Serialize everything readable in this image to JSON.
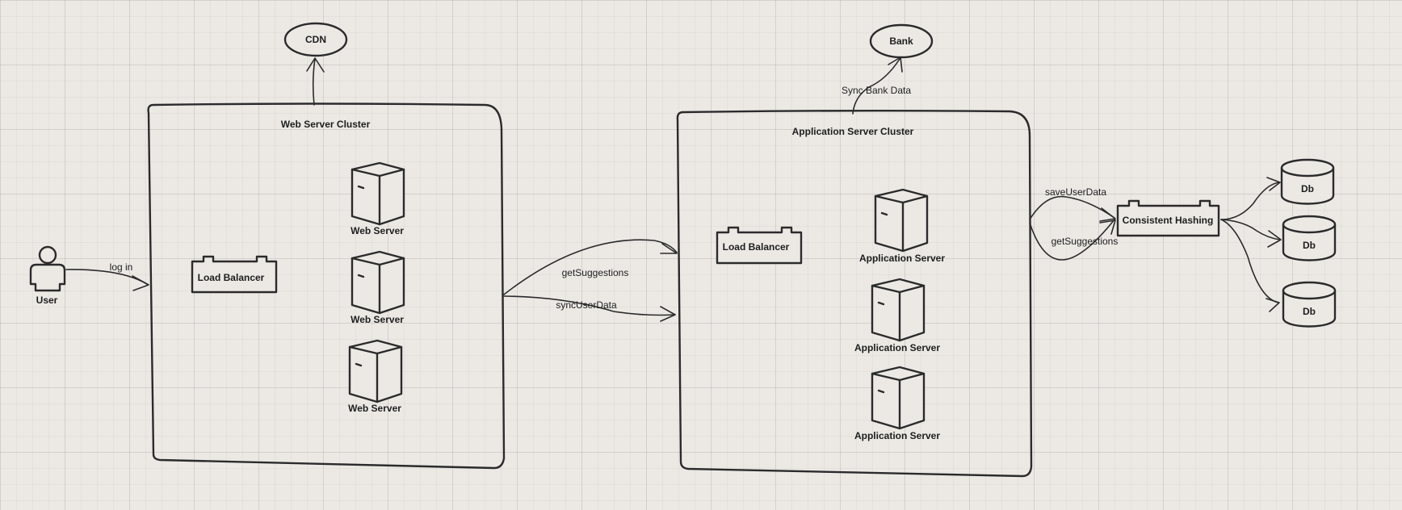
{
  "diagram": {
    "nodes": {
      "cdn": "CDN",
      "bank": "Bank",
      "user": "User",
      "consistent_hashing": "Consistent Hashing",
      "db_1": "Db",
      "db_2": "Db",
      "db_3": "Db"
    },
    "web_cluster": {
      "title": "Web Server Cluster",
      "load_balancer": "Load Balancer",
      "servers": [
        "Web Server",
        "Web Server",
        "Web Server"
      ]
    },
    "app_cluster": {
      "title": "Application Server Cluster",
      "load_balancer": "Load Balancer",
      "servers": [
        "Application Server",
        "Application Server",
        "Application Server"
      ]
    },
    "edges": {
      "log_in": "log in",
      "get_suggestions_web": "getSuggestions",
      "sync_user_data": "syncUserData",
      "sync_bank_data": "Sync Bank Data",
      "save_user_data": "saveUserData",
      "get_suggestions_app": "getSuggestions"
    }
  }
}
